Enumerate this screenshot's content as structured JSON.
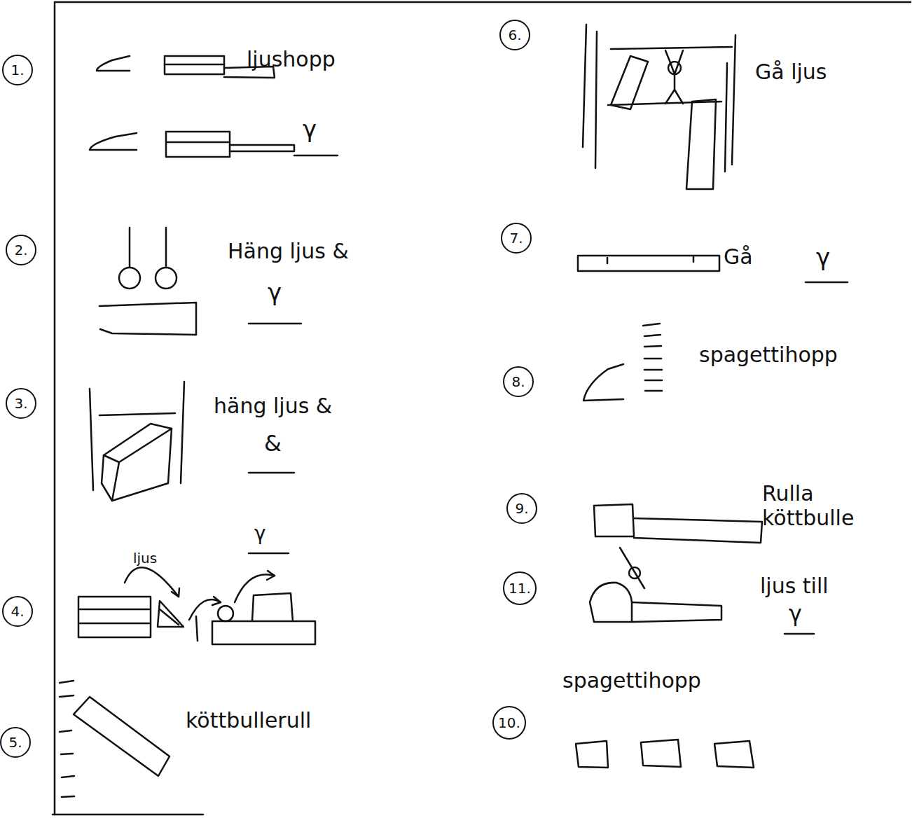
{
  "diagram": {
    "nodes": [
      {
        "text": [
          "1."
        ]
      },
      {
        "text": [
          "2."
        ]
      },
      {
        "text": [
          "3."
        ]
      },
      {
        "text": [
          "4."
        ]
      },
      {
        "text": [
          "5."
        ]
      },
      {
        "text": [
          "6."
        ]
      },
      {
        "text": [
          "7."
        ]
      },
      {
        "text": [
          "8."
        ]
      },
      {
        "text": [
          "9."
        ]
      },
      {
        "text": [
          "11."
        ]
      },
      {
        "text": [
          "10."
        ]
      }
    ],
    "edges": [],
    "labels": [
      "ljushopp",
      "γ",
      "Häng ljus &",
      "γ",
      "häng ljus &",
      "&",
      "ljus",
      "γ",
      "köttbullerull",
      "Gå ljus",
      "Gå",
      "γ",
      "spagettihopp",
      "Rulla köttbulle",
      "ljus till",
      "γ",
      "spagettihopp"
    ]
  }
}
